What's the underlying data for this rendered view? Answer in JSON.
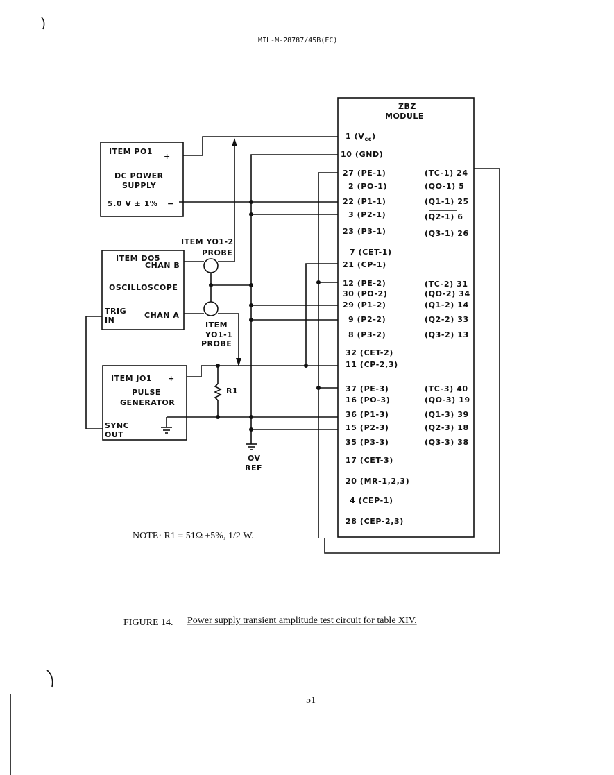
{
  "header": "MIL-M-28787/45B(EC)",
  "module": {
    "title": "ZBZ",
    "subtitle": "MODULE"
  },
  "pins_left": [
    "27 (PE-1)",
    "2 (PO-1)",
    "22 (P1-1)",
    "3 (P2-1)",
    "23 (P3-1)",
    "7 (CET-1)",
    "21 (CP-1)",
    "12 (PE-2)",
    "30 (PO-2)",
    "29 (P1-2)",
    "9 (P2-2)",
    "8 (P3-2)",
    "32 (CET-2)",
    "11 (CP-2,3)",
    "37 (PE-3)",
    "16 (PO-3)",
    "36 (P1-3)",
    "15 (P2-3)",
    "35 (P3-3)",
    "17 (CET-3)",
    "20 (MR-1,2,3)",
    "4 (CEP-1)",
    "28 (CEP-2,3)"
  ],
  "pins_vcc": "1 (V",
  "pins_vcc_sub": "cc",
  "pins_vcc_end": ")",
  "pins_gnd": "10 (GND)",
  "pins_right": [
    "(TC-1) 24",
    "(QO-1) 5",
    "(Q1-1) 25",
    "(Q2-1) 6",
    "(Q3-1) 26",
    "(TC-2) 31",
    "(QO-2) 34",
    "(Q1-2) 14",
    "(Q2-2) 33",
    "(Q3-2) 13",
    "(TC-3) 40",
    "(QO-3) 19",
    "(Q1-3) 39",
    "(Q2-3) 18",
    "(Q3-3) 38"
  ],
  "power_supply": {
    "item": "ITEM PO1",
    "line1": "DC POWER",
    "line2": "SUPPLY",
    "voltage": "5.0 V ± 1%",
    "plus": "+",
    "minus": "−"
  },
  "oscilloscope": {
    "item": "ITEM DO5",
    "chan_b": "CHAN B",
    "name": "OSCILLOSCOPE",
    "trig": "TRIG",
    "in": "IN",
    "chan_a": "CHAN A"
  },
  "probe2": {
    "line1": "ITEM YO1-2",
    "line2": "PROBE"
  },
  "probe1": {
    "line1": "ITEM",
    "line2": "YO1-1",
    "line3": "PROBE"
  },
  "pulse_gen": {
    "item": "ITEM JO1",
    "plus": "+",
    "line1": "PULSE",
    "line2": "GENERATOR",
    "sync": "SYNC",
    "out": "OUT"
  },
  "resistor": "R1",
  "ov_ref": {
    "line1": "OV",
    "line2": "REF"
  },
  "note": "NOTE· R1 = 51Ω ±5%, 1/2 W.",
  "caption": {
    "label": "FIGURE 14.",
    "text": "Power supply transient amplitude test circuit for table XIV."
  },
  "page_number": "51"
}
